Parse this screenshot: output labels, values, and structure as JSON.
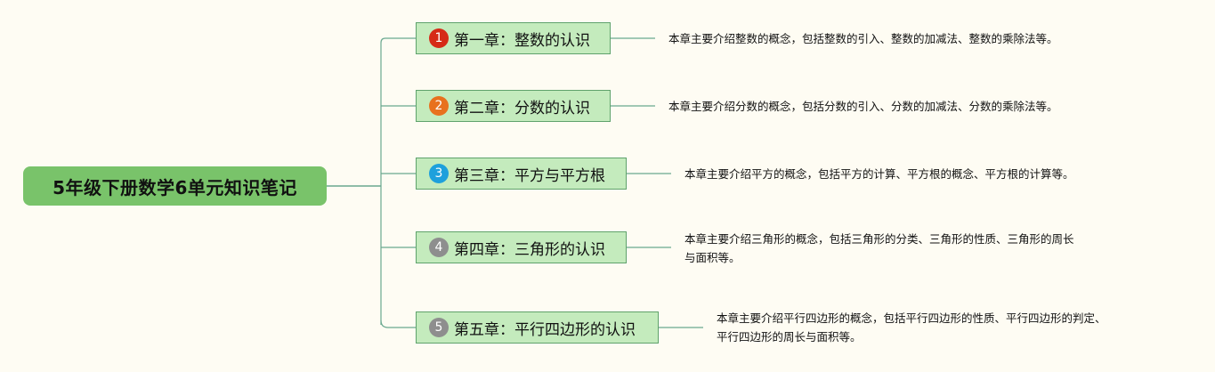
{
  "root": {
    "title": "5年级下册数学6单元知识笔记",
    "color": "#79c36a"
  },
  "chapters": [
    {
      "number": "1",
      "title": "第一章：整数的认识",
      "badge_color": "#d62a17",
      "description_lines": [
        "本章主要介绍整数的概念，包括整数的引入、整数的加减法、整数的乘除法等。"
      ]
    },
    {
      "number": "2",
      "title": "第二章：分数的认识",
      "badge_color": "#e8711e",
      "description_lines": [
        "本章主要介绍分数的概念，包括分数的引入、分数的加减法、分数的乘除法等。"
      ]
    },
    {
      "number": "3",
      "title": "第三章：平方与平方根",
      "badge_color": "#1ea0dc",
      "description_lines": [
        "本章主要介绍平方的概念，包括平方的计算、平方根的概念、平方根的计算等。"
      ]
    },
    {
      "number": "4",
      "title": "第四章：三角形的认识",
      "badge_color": "#8e8e8e",
      "description_lines": [
        "本章主要介绍三角形的概念，包括三角形的分类、三角形的性质、三角形的周长",
        "与面积等。"
      ]
    },
    {
      "number": "5",
      "title": "第五章：平行四边形的认识",
      "badge_color": "#8e8e8e",
      "description_lines": [
        "本章主要介绍平行四边形的概念，包括平行四边形的性质、平行四边形的判定、",
        "平行四边形的周长与面积等。"
      ]
    }
  ],
  "colors": {
    "background": "#fefcf3",
    "chapter_fill": "#c4ebbd",
    "chapter_border": "#5fa26c",
    "connector": "#6aa88f"
  }
}
